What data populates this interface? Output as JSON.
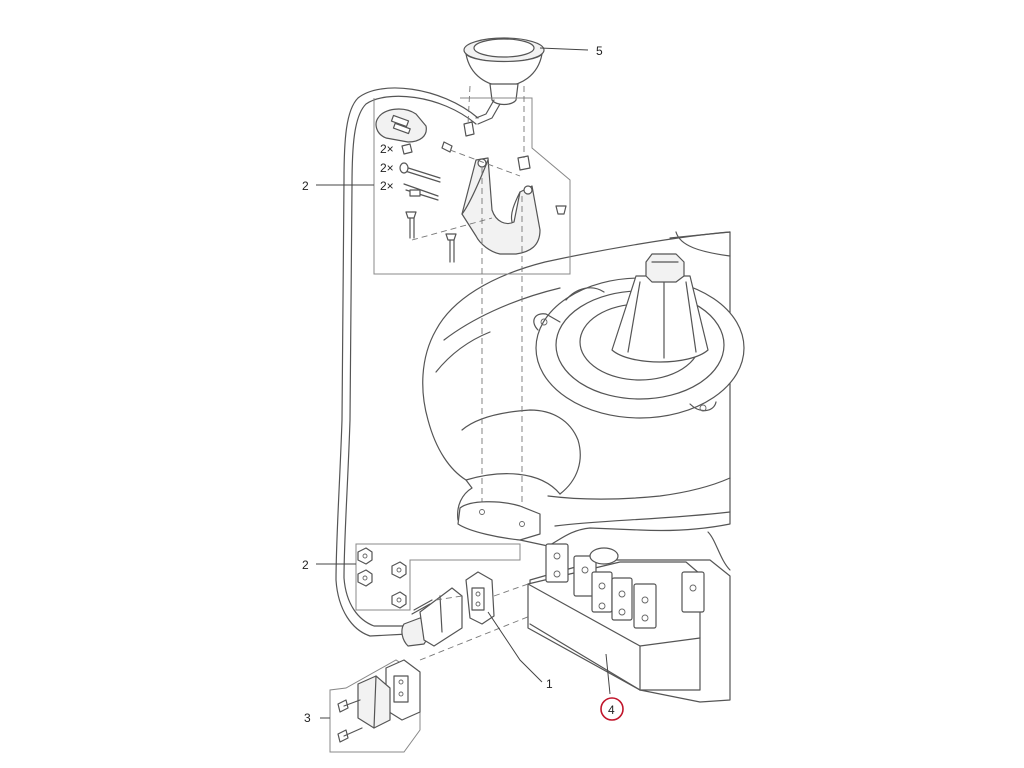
{
  "callouts": [
    {
      "id": "1",
      "label": "1"
    },
    {
      "id": "2a",
      "label": "2"
    },
    {
      "id": "2b",
      "label": "2"
    },
    {
      "id": "3",
      "label": "3"
    },
    {
      "id": "4",
      "label": "4",
      "highlighted": true
    },
    {
      "id": "5",
      "label": "5"
    }
  ],
  "quantities": [
    "2×",
    "2×",
    "2×"
  ],
  "highlight_color": "#c0142a"
}
